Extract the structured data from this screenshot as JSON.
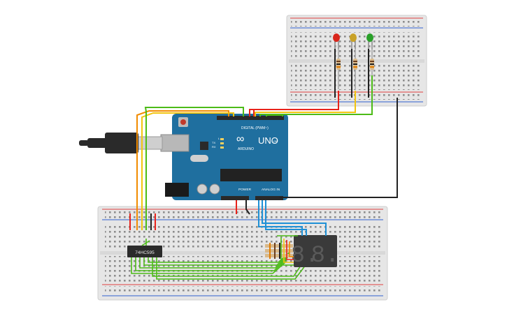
{
  "arduino": {
    "brand": "UNO",
    "logo_text": "ARDUINO",
    "digital_label": "DIGITAL (PWM~)",
    "power_label": "POWER",
    "analog_label": "ANALOG IN",
    "on_label": "ON",
    "tx_label": "TX",
    "rx_label": "RX",
    "l_label": "L",
    "body_color": "#1f6f9f"
  },
  "shift_register": {
    "label": "74HC595"
  },
  "display": {
    "digits": [
      "8.",
      "8."
    ],
    "color": "#3a3a3a"
  },
  "leds": [
    {
      "name": "red-led",
      "color": "#d9261c"
    },
    {
      "name": "yellow-led",
      "color": "#c9a227"
    },
    {
      "name": "green-led",
      "color": "#2aa02a"
    }
  ],
  "wire_colors": {
    "red": "#e8231b",
    "yellow": "#f2c40f",
    "green": "#4cbb17",
    "orange": "#f28c00",
    "blue": "#1e90d6",
    "black": "#222222"
  }
}
